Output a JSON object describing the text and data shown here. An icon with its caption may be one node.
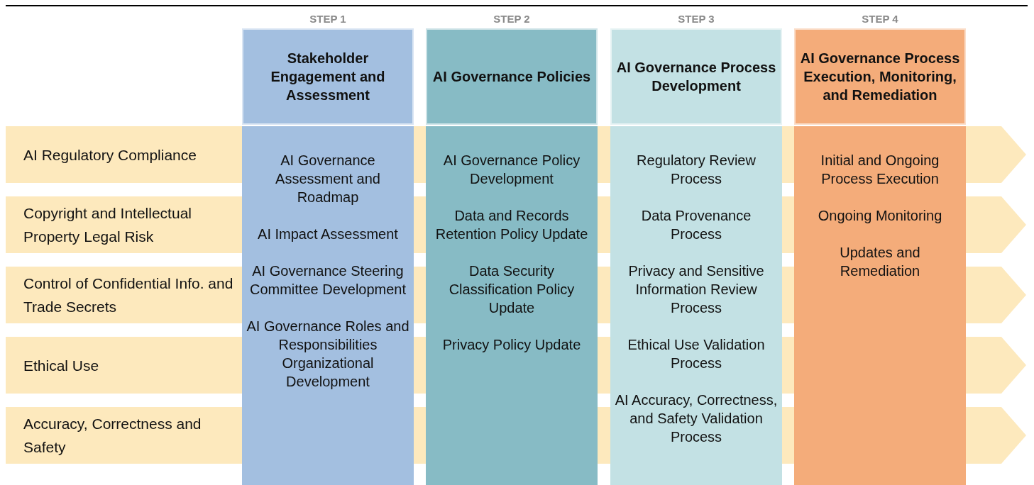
{
  "diagram": {
    "nodes": [
      {
        "text": [
          "AI Regulatory Compliance"
        ]
      },
      {
        "text": [
          "Copyright and Intellectual Property Legal Risk"
        ]
      },
      {
        "text": [
          "Control of Confidential Info. and Trade Secrets"
        ]
      },
      {
        "text": [
          "Ethical Use"
        ]
      },
      {
        "text": [
          "Accuracy, Correctness and Safety"
        ]
      },
      {
        "text": [
          "STEP 1",
          "Stakeholder Engagement and Assessment",
          "AI Governance Assessment and Roadmap",
          "AI Impact Assessment",
          "AI Governance Steering Committee Development",
          "AI Governance Roles and Responsibilities Organizational Development"
        ]
      },
      {
        "text": [
          "STEP 2",
          "AI Governance Policies",
          "AI Governance Policy Development",
          "Data and Records Retention Policy Update",
          "Data Security Classification Policy Update",
          "Privacy Policy Update"
        ]
      },
      {
        "text": [
          "STEP 3",
          "AI Governance Process Development",
          "Regulatory Review Process",
          "Data Provenance Process",
          "Privacy and Sensitive Information Review Process",
          "Ethical Use Validation Process",
          "AI Accuracy, Correctness, and Safety Validation Process"
        ]
      },
      {
        "text": [
          "STEP 4",
          "AI Governance Process Execution, Monitoring, and Remediation",
          "Initial and Ongoing Process Execution",
          "Ongoing Monitoring",
          "Updates and Remediation"
        ]
      }
    ]
  }
}
